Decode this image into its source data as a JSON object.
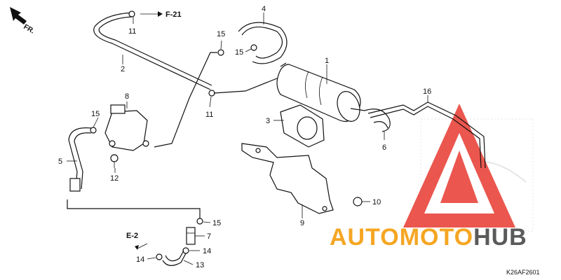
{
  "diagram": {
    "direction_label": "FR.",
    "refs": {
      "f21": "F-21",
      "e2": "E-2"
    },
    "callouts": {
      "c1": "1",
      "c2": "2",
      "c3": "3",
      "c4": "4",
      "c5": "5",
      "c6": "6",
      "c7": "7",
      "c8": "8",
      "c9": "9",
      "c10": "10",
      "c11a": "11",
      "c11b": "11",
      "c12": "12",
      "c13": "13",
      "c14a": "14",
      "c14b": "14",
      "c15a": "15",
      "c15b": "15",
      "c15c": "15",
      "c15d": "15",
      "c16": "16"
    },
    "diagram_code": "K26AF2601"
  },
  "watermark": {
    "brand_part1": "AUTOMOTO",
    "brand_part2": "HUB",
    "color_orange": "#f5a623",
    "color_grey": "#5a5a5a",
    "color_red": "#e8382f"
  }
}
